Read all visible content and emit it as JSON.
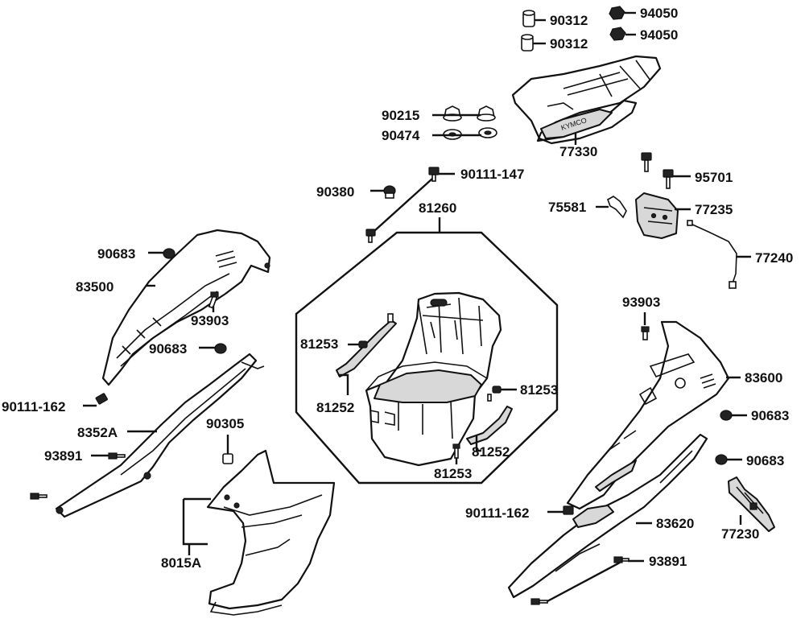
{
  "labels": {
    "p90312_a": "90312",
    "p90312_b": "90312",
    "p94050_a": "94050",
    "p94050_b": "94050",
    "p90215": "90215",
    "p90474": "90474",
    "p77330": "77330",
    "p90380": "90380",
    "p90111_147": "90111-147",
    "p81260": "81260",
    "p95701": "95701",
    "p75581": "75581",
    "p77235": "77235",
    "p77240": "77240",
    "p90683_a": "90683",
    "p83500": "83500",
    "p93903_a": "93903",
    "p90683_b": "90683",
    "p81253_a": "81253",
    "p81252_a": "81252",
    "p81253_b": "81253",
    "p81252_b": "81252",
    "p81253_c": "81253",
    "p93903_b": "93903",
    "p83600": "83600",
    "p90683_c": "90683",
    "p90683_d": "90683",
    "p90111_162_a": "90111-162",
    "p8352A": "8352A",
    "p90305": "90305",
    "p93891_a": "93891",
    "p8015A": "8015A",
    "p90111_162_b": "90111-162",
    "p83620": "83620",
    "p77230": "77230",
    "p93891_b": "93891"
  },
  "icons": {
    "rack": "rear-carrier-icon",
    "box": "helmet-box-icon"
  }
}
